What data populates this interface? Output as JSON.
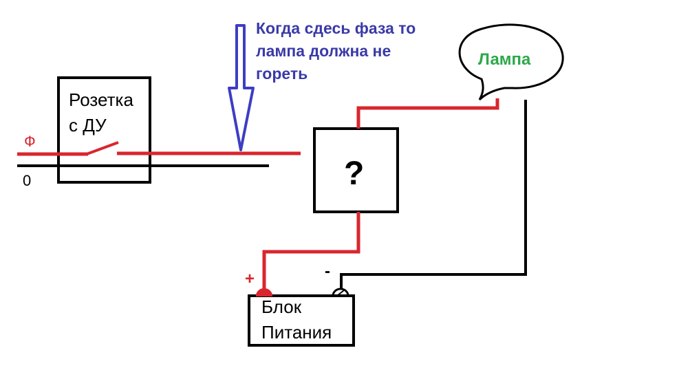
{
  "labels": {
    "phase": "Ф",
    "zero": "0",
    "socket_line1": "Розетка",
    "socket_line2": "с ДУ",
    "note_line1": "Когда сдесь фаза то",
    "note_line2": "лампа должна не",
    "note_line3": "гореть",
    "lamp": "Лампа",
    "unknown": "?",
    "plus": "+",
    "minus": "-",
    "psu_line1": "Блок",
    "psu_line2": "Питания"
  },
  "colors": {
    "wire_phase": "#d9262e",
    "wire_neutral": "#000000",
    "note_text": "#3a3aa8",
    "arrow": "#3d3dc4",
    "lamp": "#2ea84a"
  }
}
